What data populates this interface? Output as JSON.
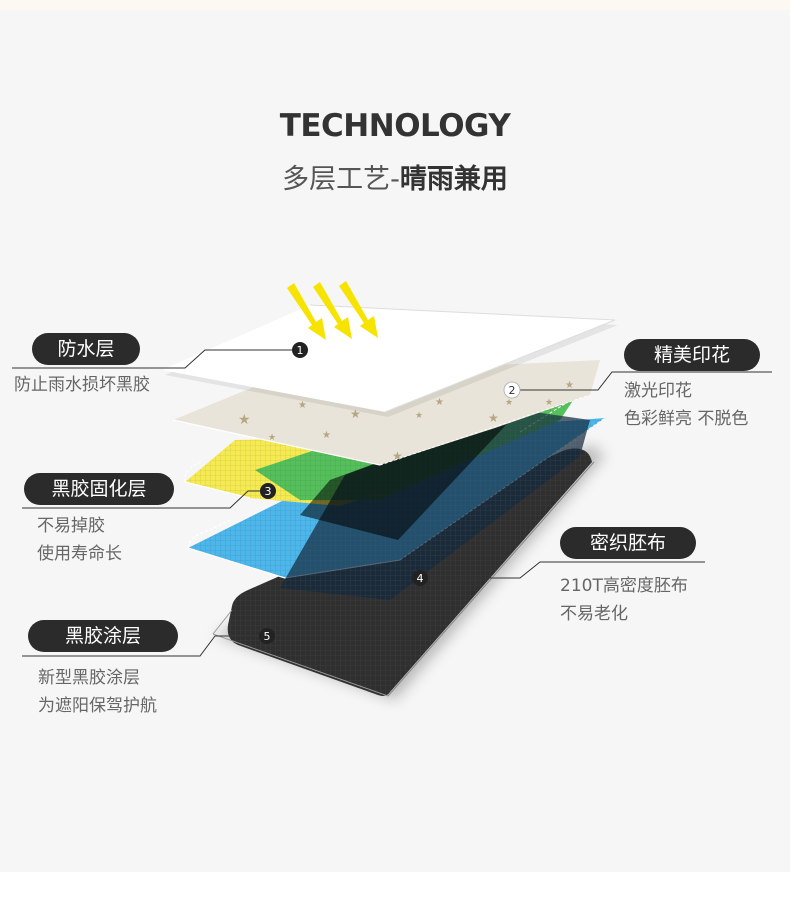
{
  "header": {
    "title": "TECHNOLOGY",
    "subtitle_light": "多层工艺-",
    "subtitle_bold": "晴雨兼用"
  },
  "layers": [
    {
      "number": "1",
      "label": "防水层",
      "desc": [
        "防止雨水损坏黑胶"
      ]
    },
    {
      "number": "2",
      "label": "精美印花",
      "desc": [
        "激光印花",
        "色彩鲜亮 不脱色"
      ]
    },
    {
      "number": "3",
      "label": "黑胶固化层",
      "desc": [
        "不易掉胶",
        "使用寿命长"
      ]
    },
    {
      "number": "4",
      "label": "密织胚布",
      "desc": [
        "210T高密度胚布",
        "不易老化"
      ]
    },
    {
      "number": "5",
      "label": "黑胶涂层",
      "desc": [
        "新型黑胶涂层",
        "为遮阳保驾护航"
      ]
    }
  ],
  "colors": {
    "pill": "#2b2b2b",
    "sun_rays": "#f7e300",
    "waterproof": "#ffffff",
    "print": "#e9e4d9",
    "yellow": "#f5ea52",
    "green": "#55c05b",
    "blue": "#4db6ea",
    "black_glue": "#2f2f2f"
  },
  "icons": [
    "sun-ray-arrow-icon",
    "star-pattern-icon"
  ]
}
